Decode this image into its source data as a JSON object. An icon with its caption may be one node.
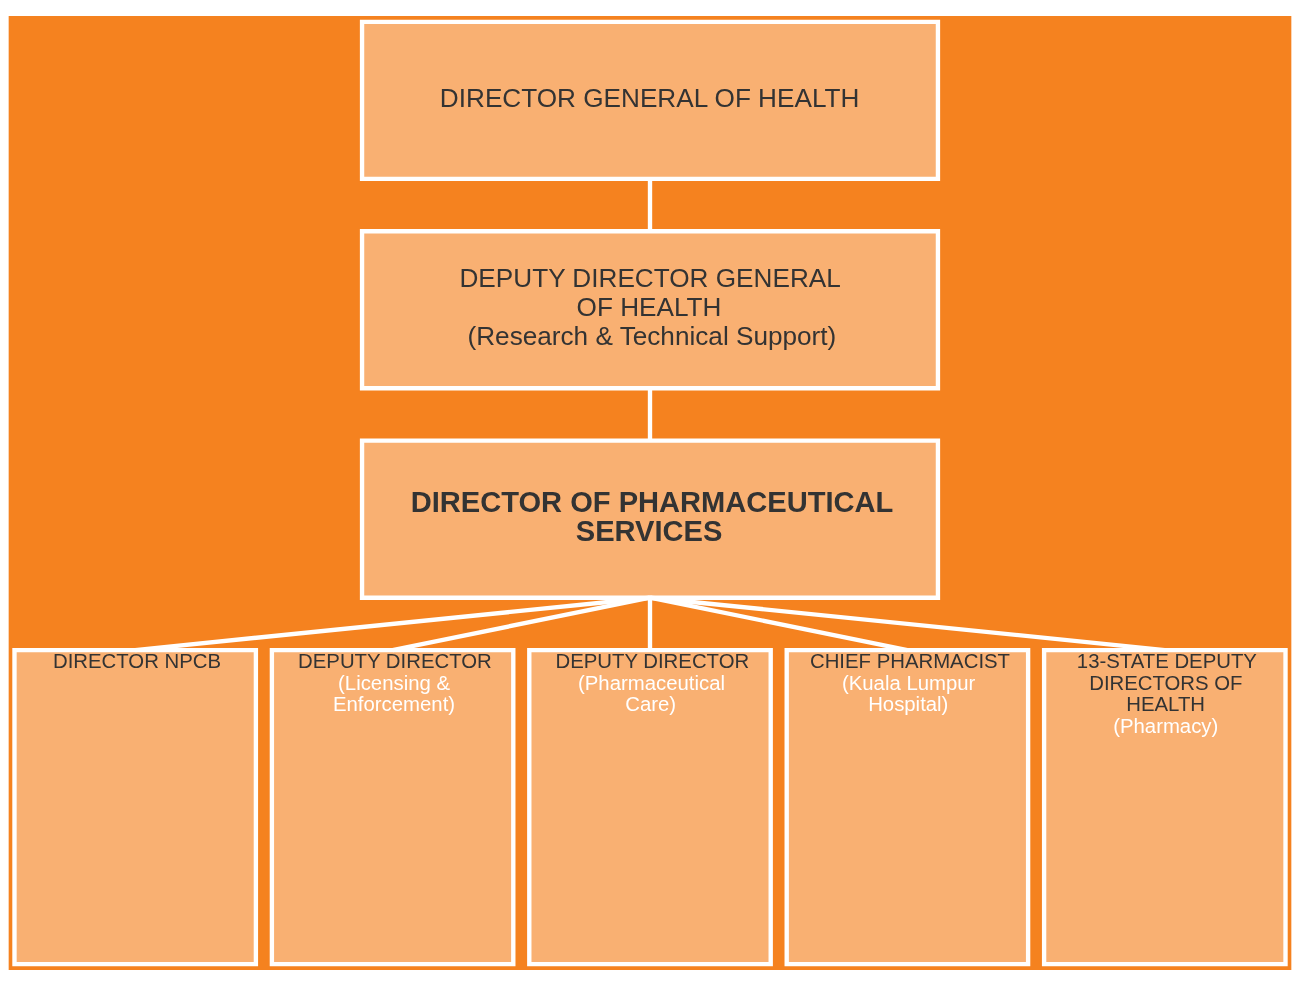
{
  "diagram": {
    "nodes": [
      {
        "text": [
          "DIRECTOR GENERAL OF HEALTH"
        ]
      },
      {
        "text": [
          "DEPUTY DIRECTOR GENERAL OF HEALTH",
          "(Research & Technical Support)"
        ]
      },
      {
        "text": [
          "DIRECTOR OF PHARMACEUTICAL SERVICES"
        ]
      },
      {
        "text": [
          "DIRECTOR NPCB"
        ]
      },
      {
        "text": [
          "DEPUTY DIRECTOR",
          "(Licensing & Enforcement)"
        ]
      },
      {
        "text": [
          "DEPUTY DIRECTOR",
          "(Pharmaceutical Care)"
        ]
      },
      {
        "text": [
          "CHIEF PHARMACIST",
          "(Kuala Lumpur Hospital)"
        ]
      },
      {
        "text": [
          "13-STATE DEPUTY DIRECTORS OF HEALTH",
          "(Pharmacy)"
        ]
      }
    ],
    "edges": [
      {
        "from": 0,
        "to": 1,
        "arrow": "none"
      },
      {
        "from": 1,
        "to": 2,
        "arrow": "none"
      },
      {
        "from": 2,
        "to": 3,
        "arrow": "none"
      },
      {
        "from": 2,
        "to": 4,
        "arrow": "none"
      },
      {
        "from": 2,
        "to": 5,
        "arrow": "none"
      },
      {
        "from": 2,
        "to": 6,
        "arrow": "none"
      },
      {
        "from": 2,
        "to": 7,
        "arrow": "none"
      }
    ]
  }
}
